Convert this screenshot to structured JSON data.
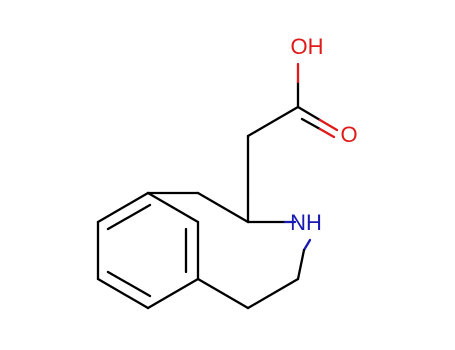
{
  "atoms": {
    "hydroxyl": "OH",
    "carbonyl_oxygen": "O",
    "amine": "NH"
  },
  "colors": {
    "bond": "#000000",
    "oxygen": "#e01919",
    "nitrogen": "#1919b3",
    "background": "#ffffff"
  }
}
